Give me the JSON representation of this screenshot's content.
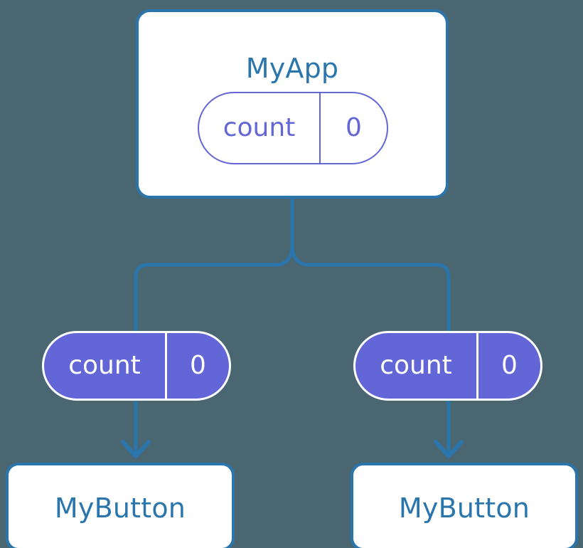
{
  "diagram": {
    "title_visible": false,
    "background_color": "#4a6670",
    "colors": {
      "box_border": "#2b75ad",
      "box_text": "#2b75ad",
      "box_fill": "#ffffff",
      "pill_accent": "#6366d6",
      "pill_solid_fill": "#6366d6",
      "pill_solid_text": "#ffffff",
      "connector": "#2b75ad"
    },
    "root": {
      "label": "MyApp",
      "state": {
        "key": "count",
        "value": "0"
      }
    },
    "children": [
      {
        "id": "left",
        "prop": {
          "key": "count",
          "value": "0"
        },
        "label": "MyButton"
      },
      {
        "id": "right",
        "prop": {
          "key": "count",
          "value": "0"
        },
        "label": "MyButton"
      }
    ]
  }
}
